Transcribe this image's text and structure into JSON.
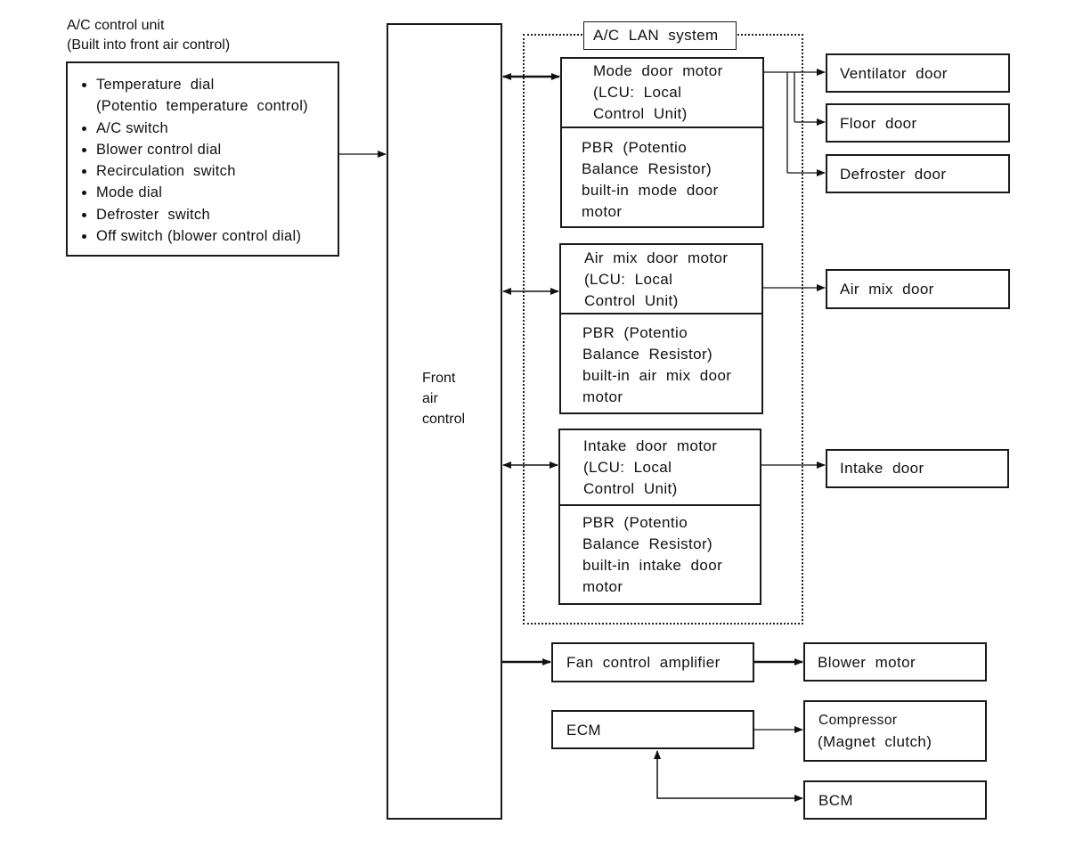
{
  "ac_unit": {
    "caption_line1": "A/C control unit",
    "caption_line2": "(Built into front air control)",
    "items": [
      {
        "text": "Temperature  dial",
        "bullet": true
      },
      {
        "text": "(Potentio  temperature  control)",
        "bullet": false
      },
      {
        "text": "A/C switch",
        "bullet": true
      },
      {
        "text": "Blower control dial",
        "bullet": true
      },
      {
        "text": "Recirculation  switch",
        "bullet": true
      },
      {
        "text": "Mode dial",
        "bullet": true
      },
      {
        "text": "Defroster  switch",
        "bullet": true
      },
      {
        "text": "Off switch (blower control dial)",
        "bullet": true
      }
    ]
  },
  "front_air_control": {
    "label": "Front\nair\ncontrol"
  },
  "lan": {
    "label": "A/C  LAN  system"
  },
  "mode_motor": {
    "lcu": "Mode  door  motor\n(LCU:  Local\nControl  Unit)",
    "pbr": "PBR  (Potentio\nBalance  Resistor)\nbuilt-in  mode  door\nmotor"
  },
  "airmix_motor": {
    "lcu": "Air  mix  door  motor\n(LCU:  Local\nControl  Unit)",
    "pbr": "PBR  (Potentio\nBalance  Resistor)\nbuilt-in  air  mix  door\nmotor"
  },
  "intake_motor": {
    "lcu": "Intake  door  motor\n(LCU:  Local\nControl  Unit)",
    "pbr": "PBR  (Potentio\nBalance  Resistor)\nbuilt-in  intake  door\nmotor"
  },
  "doors": {
    "ventilator": "Ventilator  door",
    "floor": "Floor  door",
    "defroster": "Defroster  door",
    "air_mix": "Air  mix  door",
    "intake": "Intake  door"
  },
  "fan_amp": {
    "label": "Fan  control  amplifier"
  },
  "blower_motor": {
    "label": "Blower  motor"
  },
  "ecm": {
    "label": "ECM"
  },
  "compressor": {
    "line1": "Compressor",
    "line2": "(Magnet  clutch)"
  },
  "bcm": {
    "label": "BCM"
  }
}
